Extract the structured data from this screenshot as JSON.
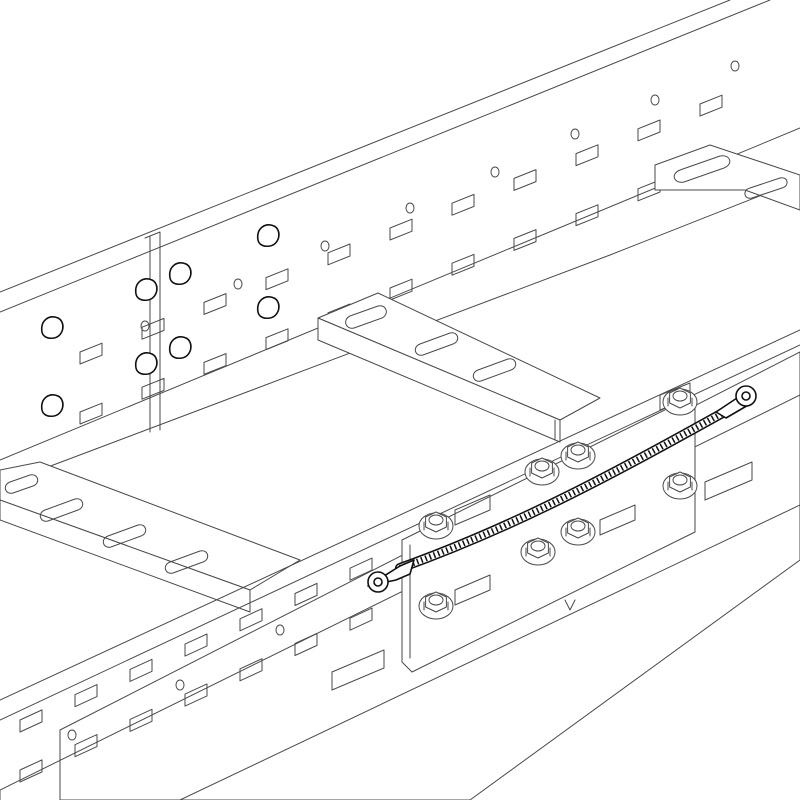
{
  "diagram": {
    "subject": "cable-ladder-tray-joint-with-earthing-braid",
    "colors": {
      "background": "#ffffff",
      "outline": "#4a4a4a",
      "highlight": "#111111"
    },
    "components": {
      "rear_side_rail_slots": 22,
      "front_side_rail_slots": 14,
      "rungs": 3,
      "splice_bolts": 8,
      "rear_joint_bolts": 7,
      "earthing_braid": 1
    }
  }
}
